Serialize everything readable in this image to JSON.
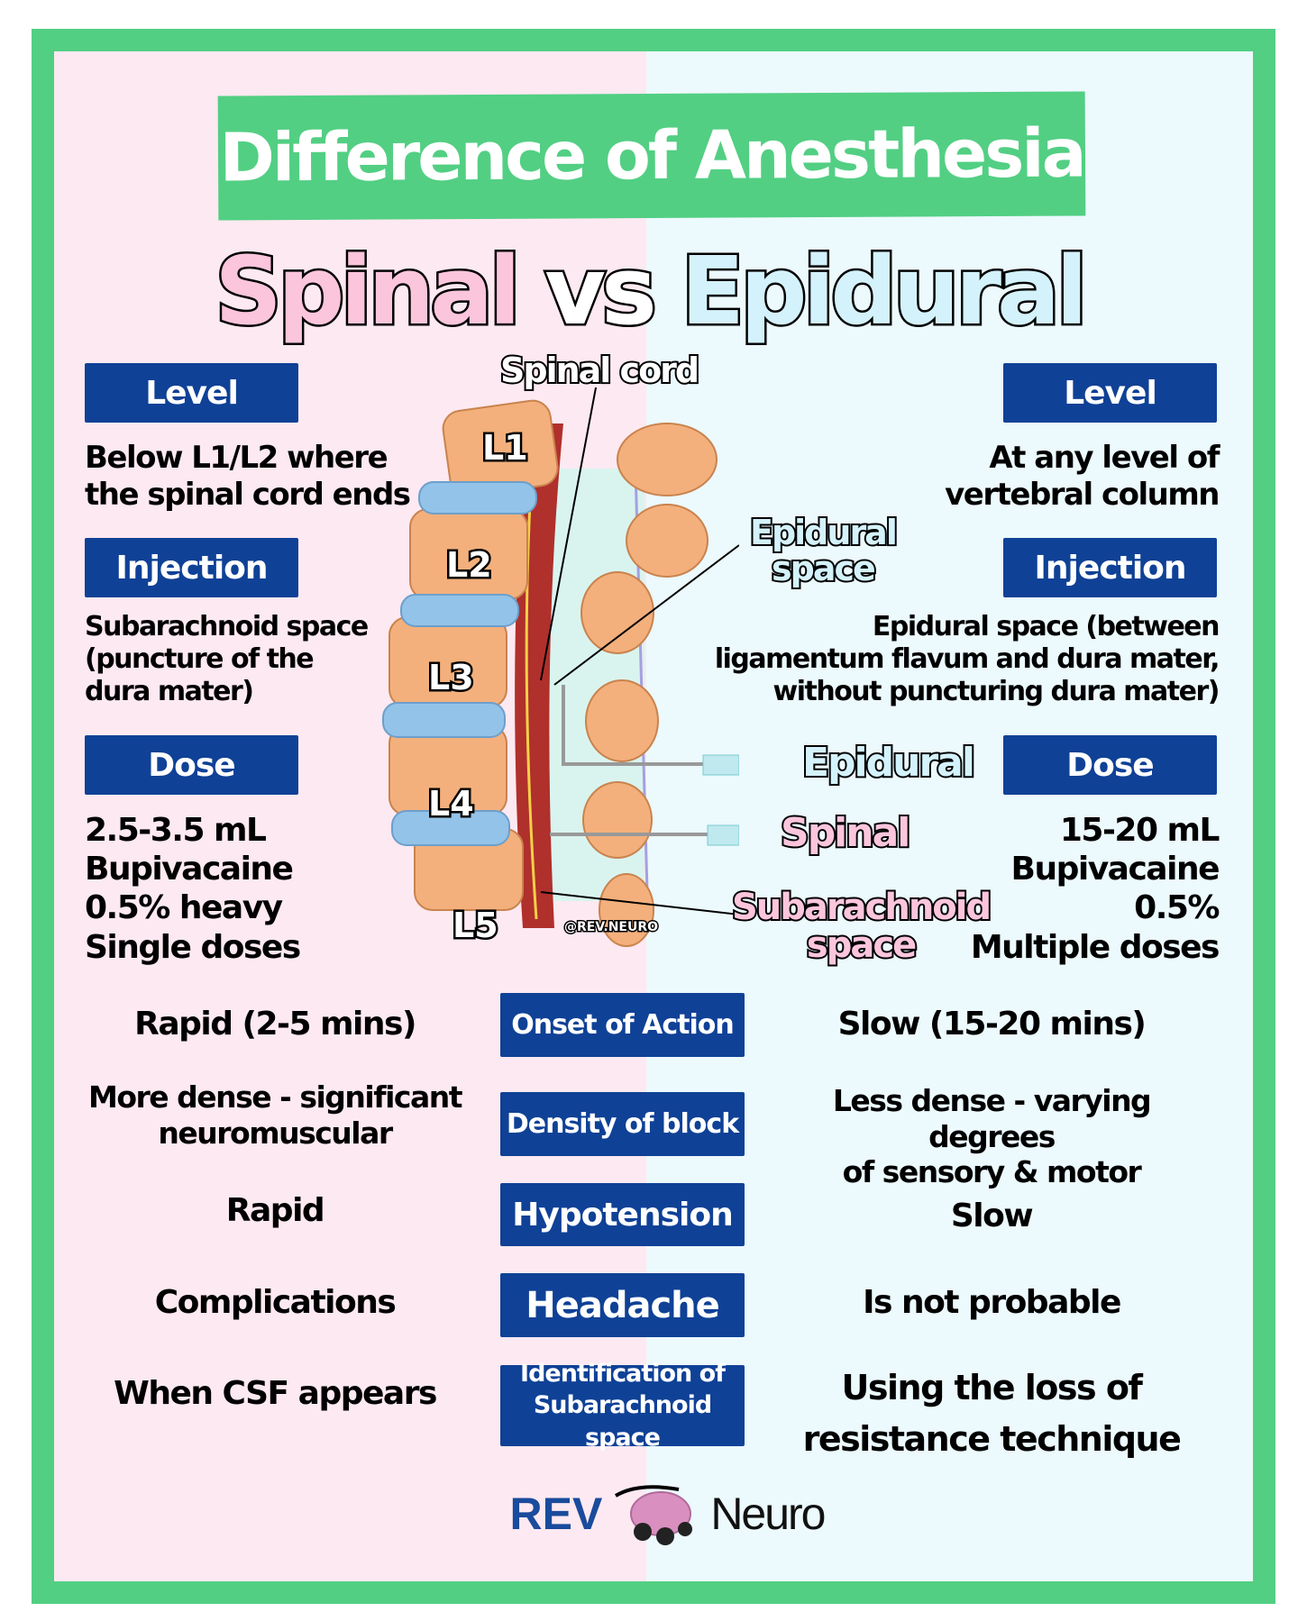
{
  "title": "Difference of Anesthesia",
  "headline": {
    "left": "Spinal",
    "mid": "vs",
    "right": "Epidural"
  },
  "spinal": {
    "level_label": "Level",
    "level_text": [
      "Below L1/L2 where",
      "the spinal cord ends"
    ],
    "injection_label": "Injection",
    "injection_text": [
      "Subarachnoid space",
      "(puncture of the",
      "dura mater)"
    ],
    "dose_label": "Dose",
    "dose_text": [
      "2.5-3.5 mL",
      "Bupivacaine",
      "0.5% heavy",
      "Single doses"
    ]
  },
  "epidural": {
    "level_label": "Level",
    "level_text": [
      "At any level of",
      "vertebral column"
    ],
    "injection_label": "Injection",
    "injection_text": [
      "Epidural space (between",
      "ligamentum flavum and dura mater,",
      "without puncturing dura mater)"
    ],
    "dose_label": "Dose",
    "dose_text": [
      "15-20 mL",
      "Bupivacaine",
      "0.5%",
      "Multiple doses"
    ]
  },
  "diagram": {
    "spinal_cord": "Spinal cord",
    "epidural_space": [
      "Epidural",
      "space"
    ],
    "epidural_needle": "Epidural",
    "spinal_needle": "Spinal",
    "subarachnoid_space": [
      "Subarachnoid",
      "space"
    ],
    "watermark": "@REV.NEURO",
    "vertebrae": [
      "L1",
      "L2",
      "L3",
      "L4",
      "L5"
    ]
  },
  "comparison": [
    {
      "label": "Onset of Action",
      "spinal": [
        "Rapid (2-5 mins)"
      ],
      "epidural": [
        "Slow (15-20 mins)"
      ]
    },
    {
      "label": "Density of block",
      "spinal": [
        "More dense - significant",
        "neuromuscular"
      ],
      "epidural": [
        "Less dense - varying degrees",
        "of sensory & motor"
      ]
    },
    {
      "label": "Hypotension",
      "spinal": [
        "Rapid"
      ],
      "epidural": [
        "Slow"
      ]
    },
    {
      "label": "Headache",
      "spinal": [
        "Complications"
      ],
      "epidural": [
        "Is not probable"
      ]
    },
    {
      "label": "Identification of Subarachnoid space",
      "spinal": [
        "When CSF appears"
      ],
      "epidural": [
        "Using the loss of",
        "resistance technique"
      ]
    }
  ],
  "logo": {
    "rev": "REV",
    "neuro": "Neuro"
  },
  "colors": {
    "green": "#52cf83",
    "navy": "#0f4196",
    "pink_bg": "#fde9f1",
    "blue_bg": "#ecf9fd"
  }
}
